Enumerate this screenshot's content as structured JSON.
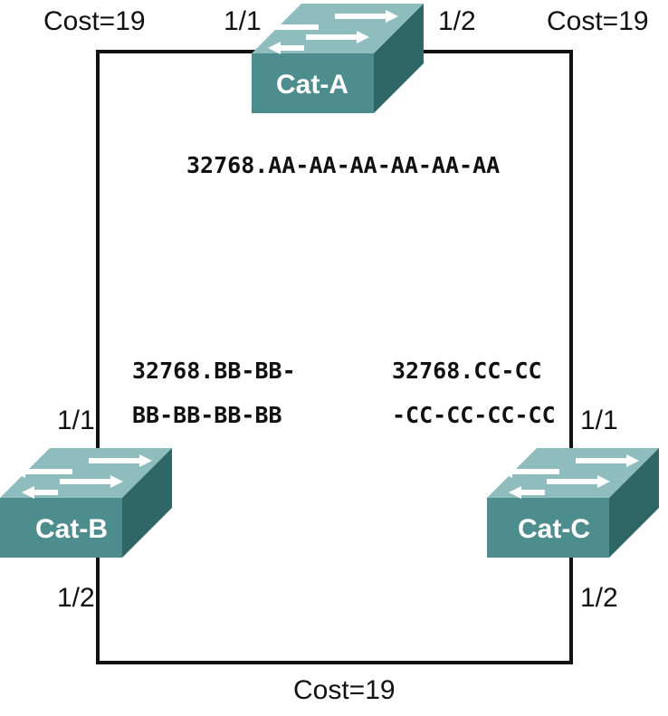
{
  "colors": {
    "link": "#111111",
    "switch_top": "#8fbdbd",
    "switch_front": "#4e8d8d",
    "switch_side": "#2f6767",
    "switch_label": "#ffffff",
    "arrow": "#ffffff"
  },
  "switches": {
    "a": {
      "name": "Cat-A",
      "bridge_id": [
        "32768.AA-AA-AA-AA-AA-AA"
      ]
    },
    "b": {
      "name": "Cat-B",
      "bridge_id": [
        "32768.BB-BB-",
        "BB-BB-BB-BB"
      ]
    },
    "c": {
      "name": "Cat-C",
      "bridge_id": [
        "32768.CC-CC",
        "-CC-CC-CC-CC"
      ]
    }
  },
  "ports": {
    "a_left": "1/1",
    "a_right": "1/2",
    "b_top": "1/1",
    "b_bottom": "1/2",
    "c_top": "1/1",
    "c_bottom": "1/2"
  },
  "costs": {
    "a_b": "Cost=19",
    "a_c": "Cost=19",
    "b_c": "Cost=19"
  }
}
